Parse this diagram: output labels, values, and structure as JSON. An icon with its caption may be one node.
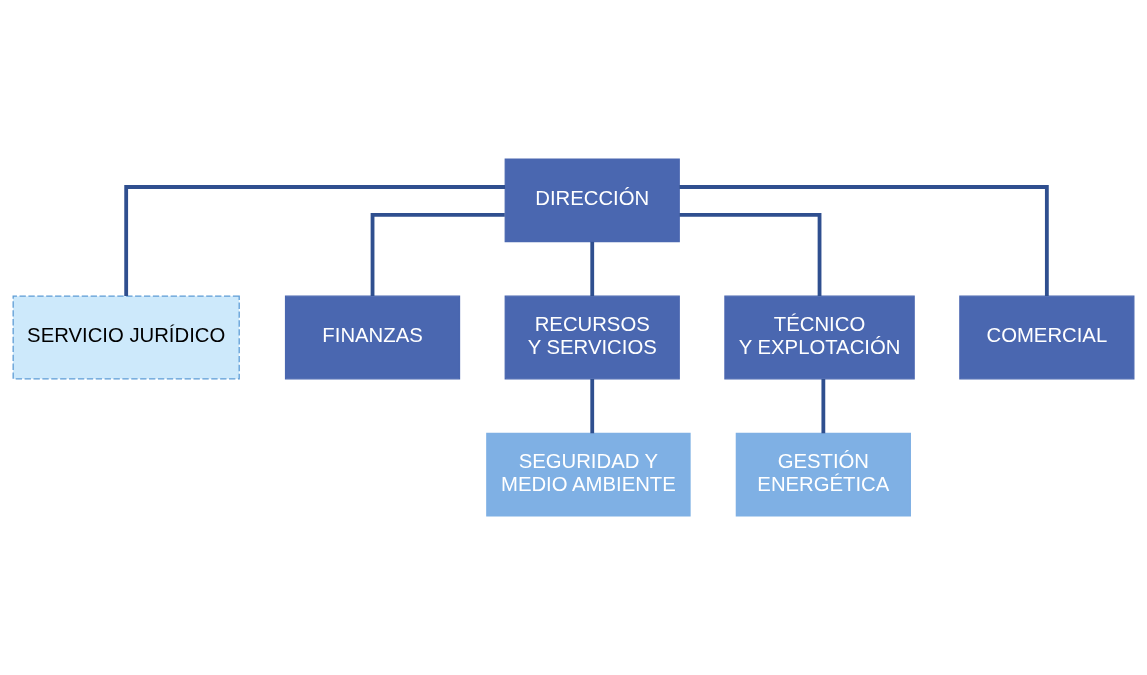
{
  "diagram": {
    "nodes": [
      {
        "text": [
          "DIRECCIÓN"
        ]
      },
      {
        "text": [
          "SERVICIO JURÍDICO"
        ]
      },
      {
        "text": [
          "FINANZAS"
        ]
      },
      {
        "text": [
          "RECURSOS Y SERVICIOS"
        ]
      },
      {
        "text": [
          "TÉCNICO Y EXPLOTACIÓN"
        ]
      },
      {
        "text": [
          "COMERCIAL"
        ]
      },
      {
        "text": [
          "SEGURIDAD Y MEDIO AMBIENTE"
        ]
      },
      {
        "text": [
          "GESTIÓN ENERGÉTICA"
        ]
      }
    ],
    "edges": [
      {
        "from": 0,
        "to": 1,
        "arrow": "none"
      },
      {
        "from": 0,
        "to": 2,
        "arrow": "none"
      },
      {
        "from": 0,
        "to": 3,
        "arrow": "none"
      },
      {
        "from": 0,
        "to": 4,
        "arrow": "none"
      },
      {
        "from": 0,
        "to": 5,
        "arrow": "none"
      },
      {
        "from": 3,
        "to": 6,
        "arrow": "none"
      },
      {
        "from": 4,
        "to": 7,
        "arrow": "none"
      }
    ]
  }
}
